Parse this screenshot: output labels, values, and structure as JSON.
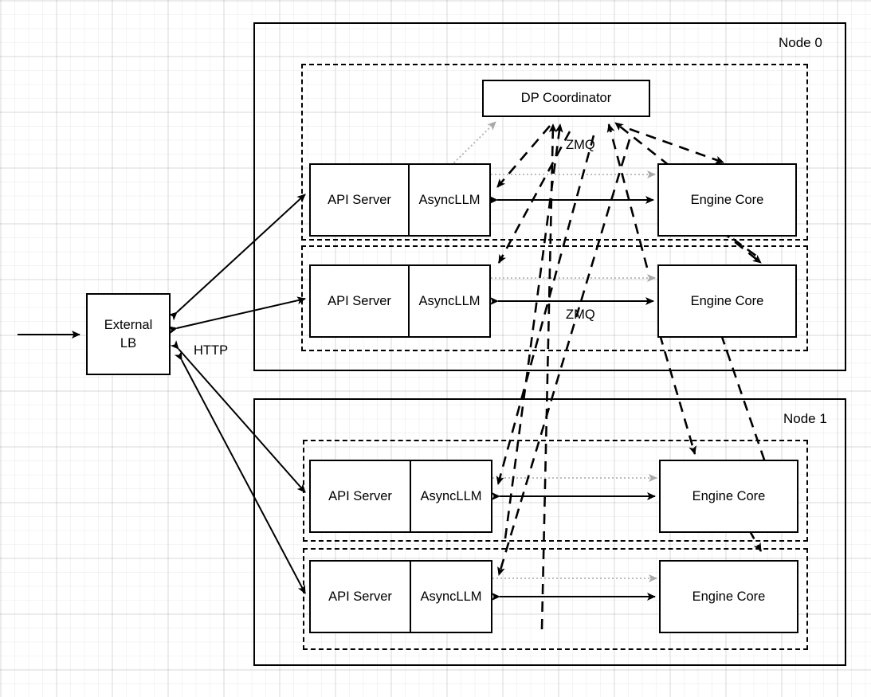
{
  "diagram": {
    "title": "vLLM data-parallel deployment topology",
    "background": "#ffffff",
    "grid_color": "#e6e6e6",
    "stroke_color": "#000000",
    "dotted_stroke_color": "#b3b3b3"
  },
  "external_lb": {
    "label_line1": "External",
    "label_line2": "LB"
  },
  "labels": {
    "http": "HTTP",
    "zmq_top": "ZMQ",
    "zmq_bottom": "ZMQ"
  },
  "coordinator": {
    "label": "DP Coordinator"
  },
  "nodes": [
    {
      "name": "Node 0",
      "ranks": [
        {
          "api_server": "API Server",
          "async_llm": "AsyncLLM",
          "engine_core": "Engine Core"
        },
        {
          "api_server": "API Server",
          "async_llm": "AsyncLLM",
          "engine_core": "Engine Core"
        }
      ]
    },
    {
      "name": "Node 1",
      "ranks": [
        {
          "api_server": "API Server",
          "async_llm": "AsyncLLM",
          "engine_core": "Engine Core"
        },
        {
          "api_server": "API Server",
          "async_llm": "AsyncLLM",
          "engine_core": "Engine Core"
        }
      ]
    }
  ]
}
